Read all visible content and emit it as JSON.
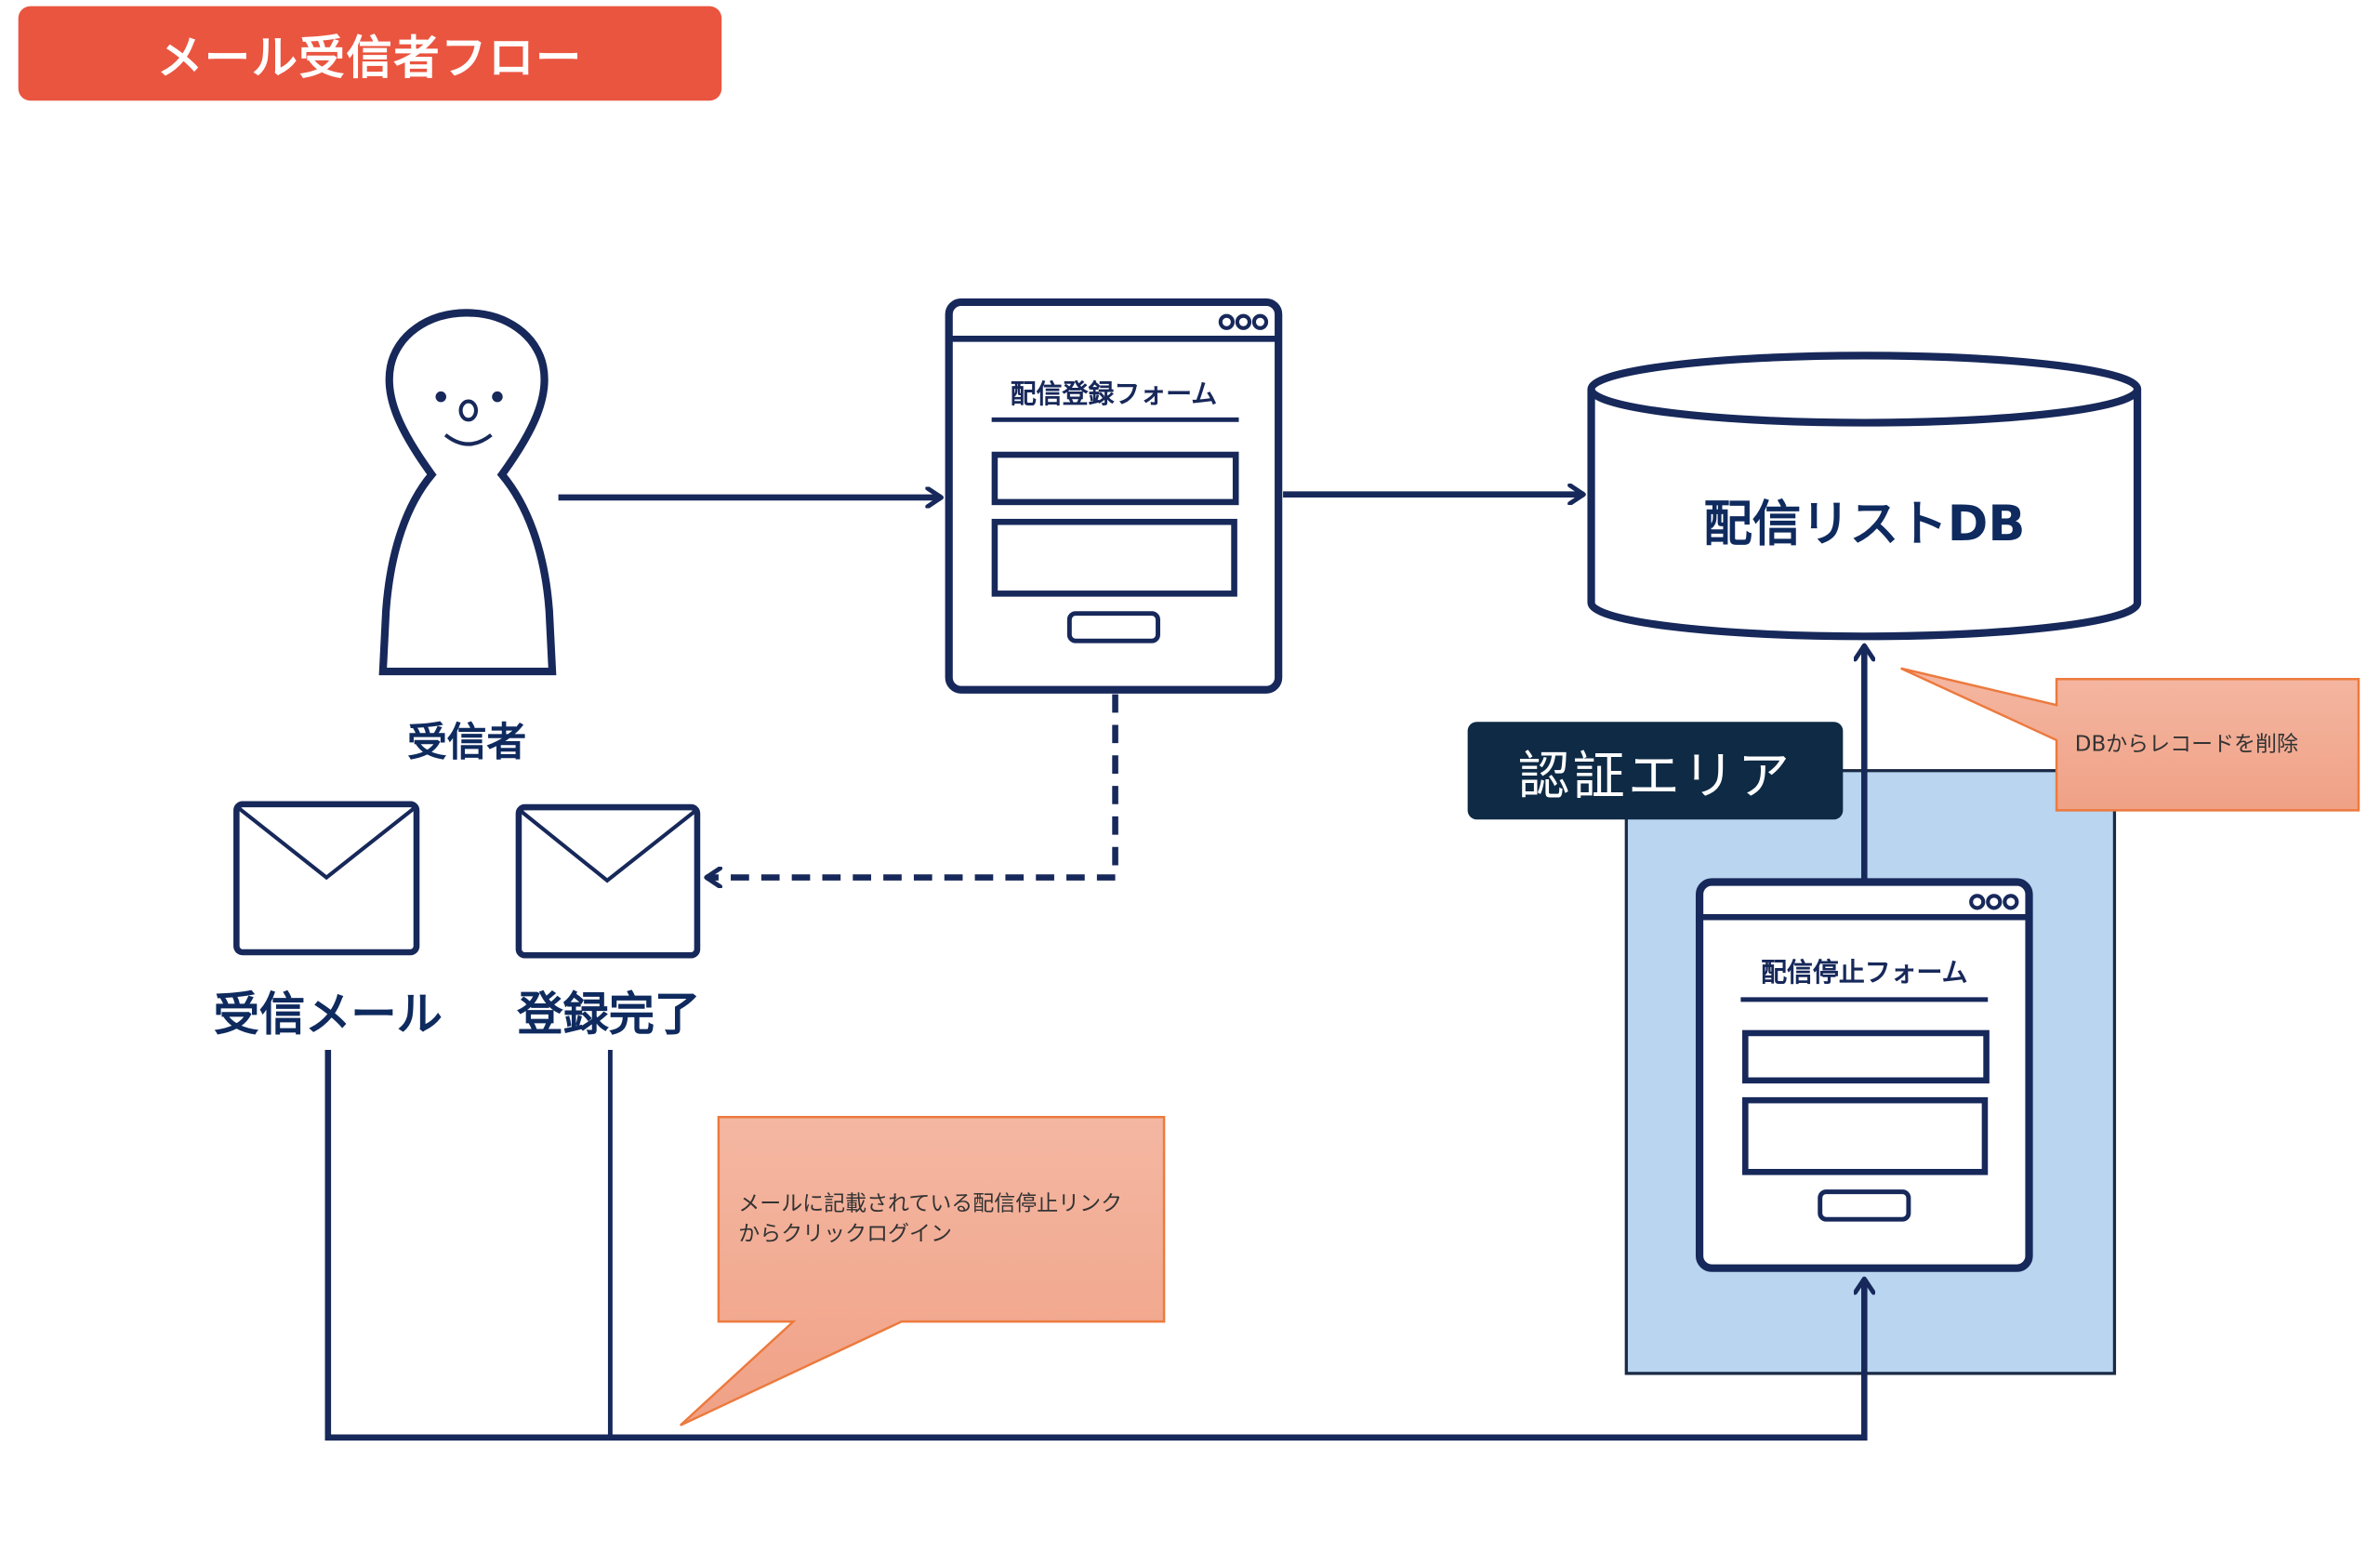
{
  "title": "メール受信者フロー",
  "colors": {
    "navy": "#17285a",
    "title_bg": "#ea5540",
    "auth_area_bg": "#b9d5f0",
    "auth_badge_bg": "#0e2a45",
    "callout_fill": "#f2a994",
    "callout_border": "#ec7a3e"
  },
  "nodes": {
    "recipient": {
      "label": "受信者",
      "icon": "person-icon"
    },
    "signup_form": {
      "title": "配信登録フォーム",
      "icon": "browser-window-icon"
    },
    "database": {
      "label": "配信リストDB",
      "icon": "database-cylinder-icon"
    },
    "received_mail": {
      "label": "受信メール",
      "icon": "envelope-icon"
    },
    "registration_complete": {
      "label": "登録完了",
      "icon": "envelope-icon"
    },
    "unsubscribe_form": {
      "title": "配信停止フォーム",
      "icon": "browser-window-icon"
    }
  },
  "auth_area": {
    "label": "認証エリア"
  },
  "callouts": {
    "delete_record": {
      "text": "DBからレコードを削除"
    },
    "click_login": {
      "lines": [
        "メールに記載されている配信停止リンク",
        "からクリックログイン"
      ]
    }
  },
  "edges": [
    {
      "from": "recipient",
      "to": "signup_form",
      "style": "solid"
    },
    {
      "from": "signup_form",
      "to": "database",
      "style": "solid"
    },
    {
      "from": "signup_form",
      "to": "registration_complete",
      "style": "dashed"
    },
    {
      "from": "received_mail",
      "to": "unsubscribe_form",
      "style": "solid"
    },
    {
      "from": "registration_complete",
      "to": "unsubscribe_form",
      "style": "solid"
    },
    {
      "from": "unsubscribe_form",
      "to": "database",
      "style": "solid"
    }
  ]
}
